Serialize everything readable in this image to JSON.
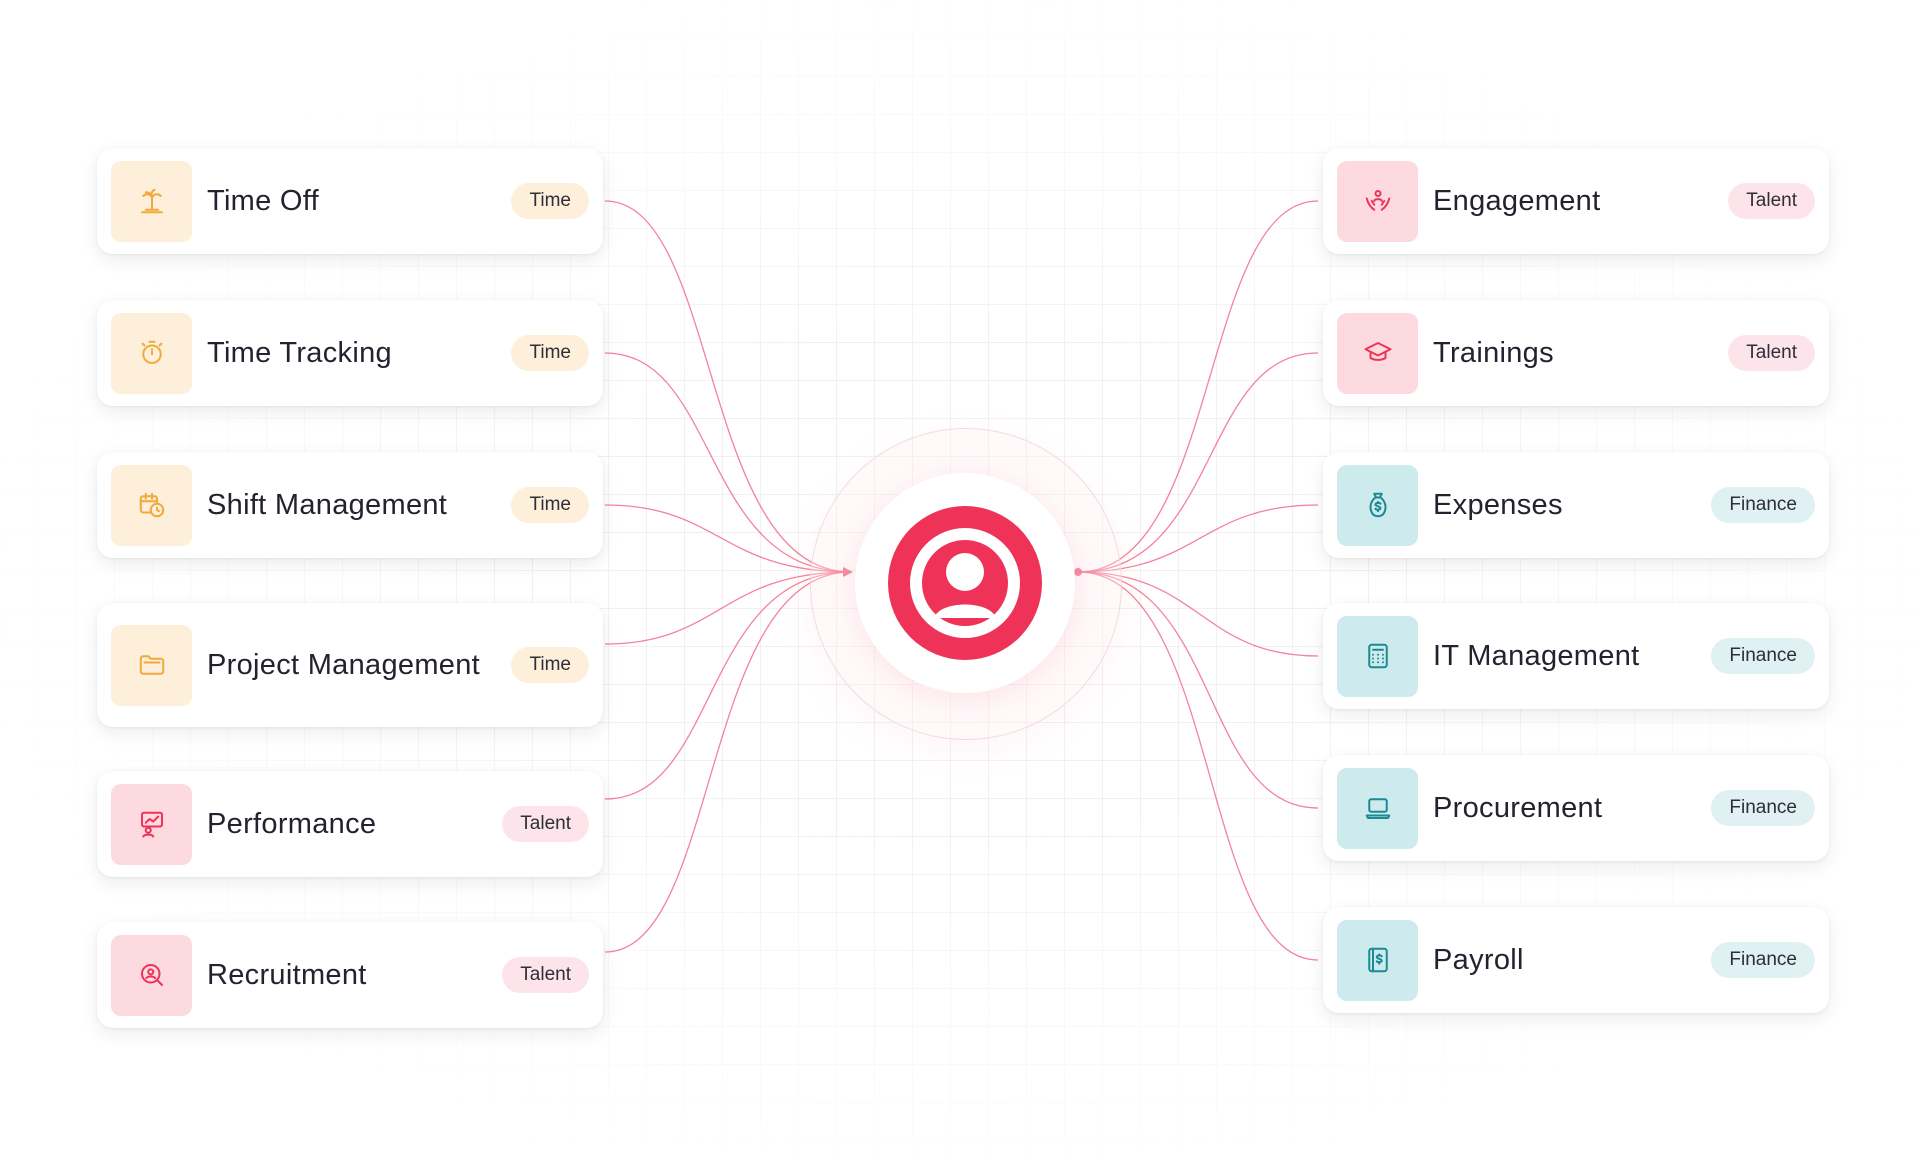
{
  "colors": {
    "time_tile": "#fdefd9",
    "time_icon": "#f2a93b",
    "time_badge": "#fdefd9",
    "talent_tile": "#fdd9e0",
    "talent_icon": "#ef3358",
    "talent_badge": "#fde4ea",
    "finance_tile": "#cdeaec",
    "finance_icon": "#1b8a95",
    "finance_badge": "#dff1f2",
    "connector": "#f0587a",
    "hub": "#ef3358"
  },
  "hub": {
    "icon": "user-circle-logo-icon"
  },
  "left_modules": [
    {
      "label": "Time Off",
      "tag": "Time",
      "icon": "palm-tree-icon"
    },
    {
      "label": "Time Tracking",
      "tag": "Time",
      "icon": "stopwatch-icon"
    },
    {
      "label": "Shift Management",
      "tag": "Time",
      "icon": "calendar-clock-icon"
    },
    {
      "label": "Project Management",
      "tag": "Time",
      "icon": "folder-icon"
    },
    {
      "label": "Performance",
      "tag": "Talent",
      "icon": "presentation-user-icon"
    },
    {
      "label": "Recruitment",
      "tag": "Talent",
      "icon": "search-user-icon"
    }
  ],
  "right_modules": [
    {
      "label": "Engagement",
      "tag": "Talent",
      "icon": "people-hands-icon"
    },
    {
      "label": "Trainings",
      "tag": "Talent",
      "icon": "graduation-cap-icon"
    },
    {
      "label": "Expenses",
      "tag": "Finance",
      "icon": "money-bag-icon"
    },
    {
      "label": "IT Management",
      "tag": "Finance",
      "icon": "calculator-icon"
    },
    {
      "label": "Procurement",
      "tag": "Finance",
      "icon": "laptop-icon"
    },
    {
      "label": "Payroll",
      "tag": "Finance",
      "icon": "dollar-document-icon"
    }
  ]
}
